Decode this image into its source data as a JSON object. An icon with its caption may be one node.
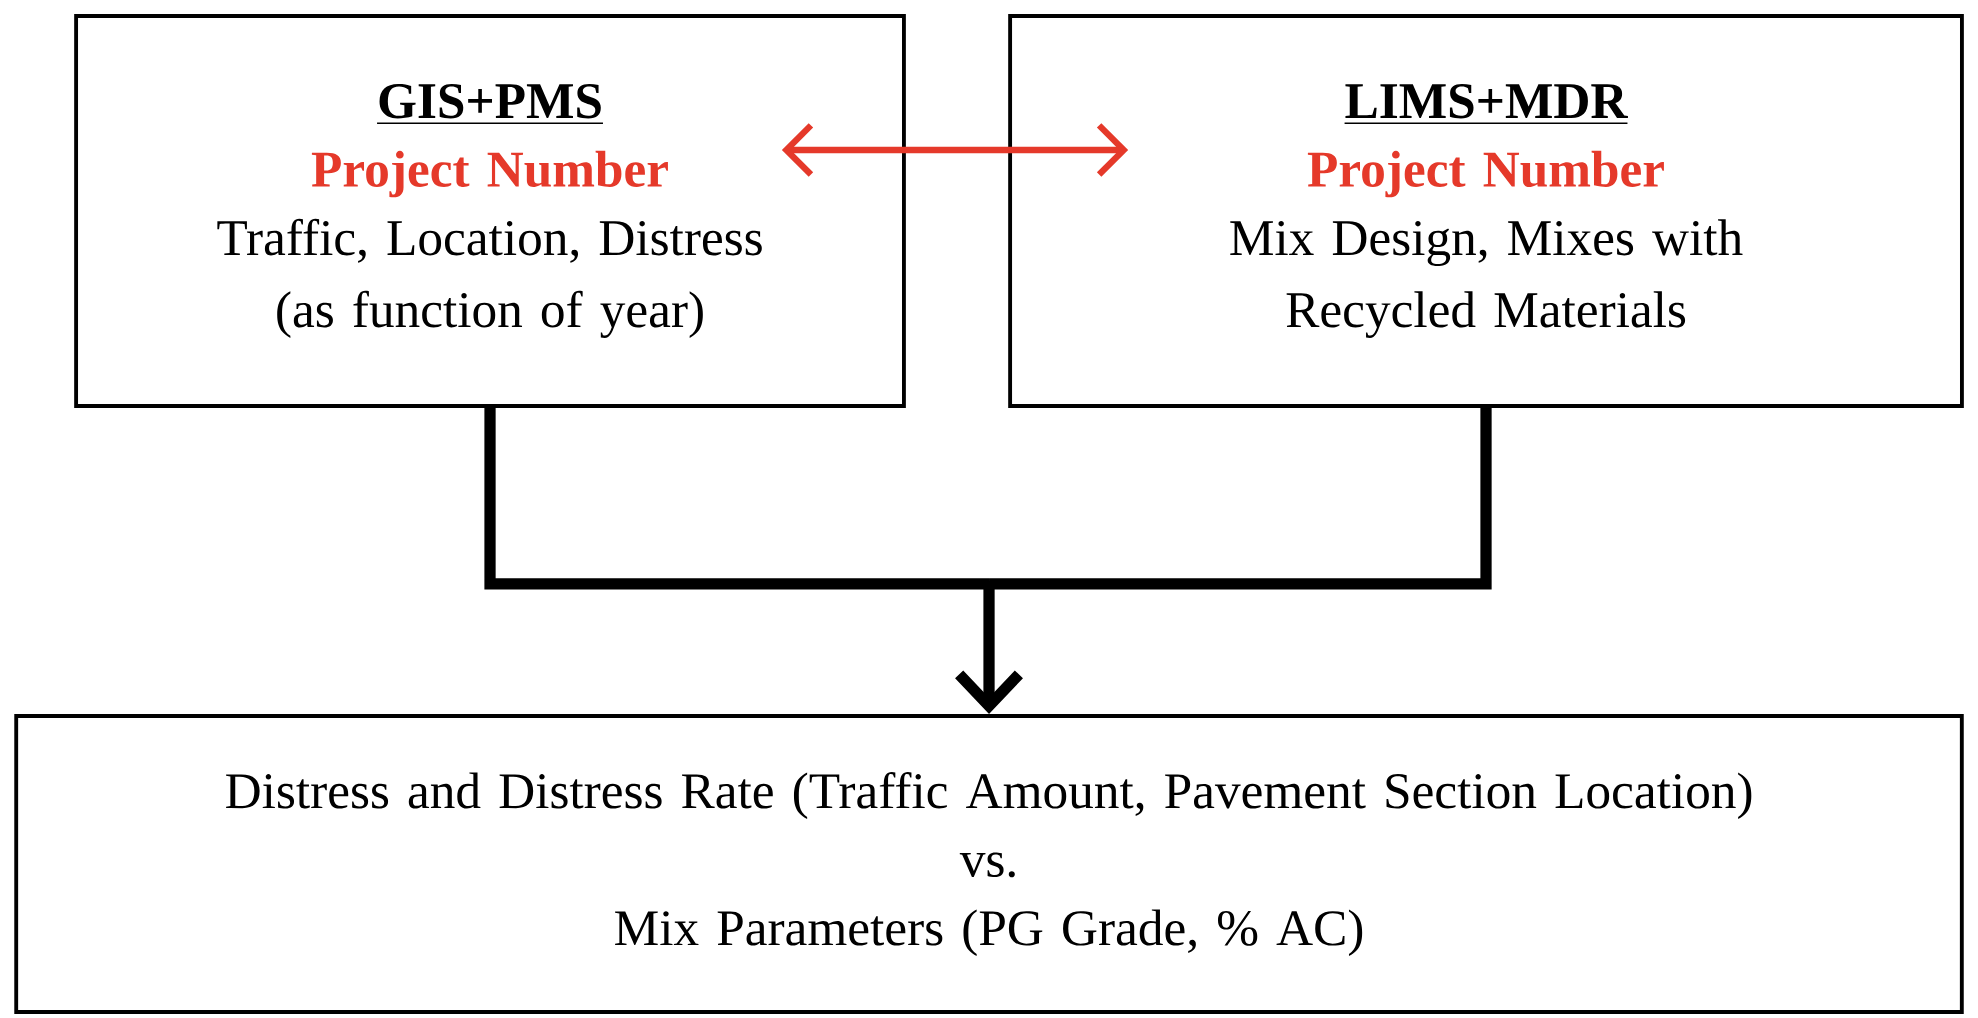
{
  "diagram": {
    "nodes": [
      {
        "text": [
          "GIS+PMS",
          "Project Number",
          "Traffic, Location, Distress (as function of year)"
        ]
      },
      {
        "text": [
          "LIMS+MDR",
          "Project Number",
          "Mix Design, Mixes with Recycled Materials"
        ]
      },
      {
        "text": [
          "Distress and Distress Rate (Traffic Amount, Pavement Section Location)",
          "vs.",
          "Mix Parameters (PG Grade, % AC)"
        ]
      }
    ],
    "edges": [
      {
        "from": 0,
        "to": 1,
        "arrow": "both",
        "color": "#e5392a"
      },
      {
        "from": 0,
        "to": 2,
        "arrow": "to"
      },
      {
        "from": 1,
        "to": 2,
        "arrow": "to"
      }
    ]
  }
}
